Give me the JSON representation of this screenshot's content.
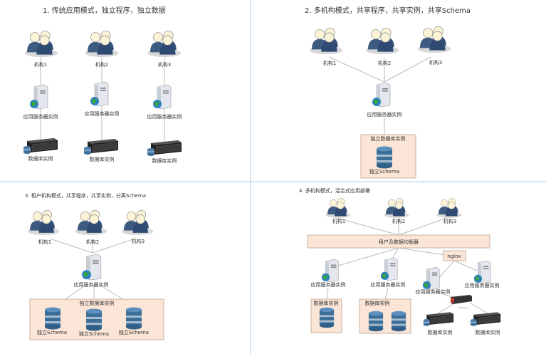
{
  "colors": {
    "divider": "#a9cdf0",
    "box_fill": "#fbe5d6",
    "user": "#3d5a80",
    "db": "#3b6e99"
  },
  "q1": {
    "title": "1. 传统应用模式，独立程序，独立数据",
    "orgs": [
      "机构1",
      "机构2",
      "机构3"
    ],
    "servers": [
      "应用服务器实例",
      "应用服务器实例",
      "应用服务器实例"
    ],
    "dbs": [
      "数据库实例",
      "数据库实例",
      "数据库实例"
    ]
  },
  "q2": {
    "title": "2. 多机构模式，共享程序，共享实例，共享Schema",
    "orgs": [
      "机构1",
      "机构2",
      "机构3"
    ],
    "server": "应用服务器实例",
    "db_box": "独立数据库实例",
    "schema": "独立Schema"
  },
  "q3": {
    "title": "3. 租户机构模式，共享程序，共享实例，分离Schema",
    "orgs": [
      "机构1",
      "机构2",
      "机构3"
    ],
    "server": "应用服务器实例",
    "db_box": "独立数据库实例",
    "schemas": [
      "独立Schema",
      "独立Schema",
      "独立Schema"
    ]
  },
  "q4": {
    "title": "4. 多机构模式，混合式应用部署",
    "orgs": [
      "机构1",
      "机构2",
      "机构3"
    ],
    "balancer": "租户及数据均衡器",
    "nginx": "nginx",
    "servers": [
      "应用服务器实例",
      "应用服务器实例",
      "应用服务器实例",
      "应用服务器实例"
    ],
    "db_box1": "数据库实例",
    "db_box2": "数据库实例",
    "proxy": "DB Proxy",
    "dbs": [
      "数据库实例",
      "数据库实例"
    ]
  }
}
